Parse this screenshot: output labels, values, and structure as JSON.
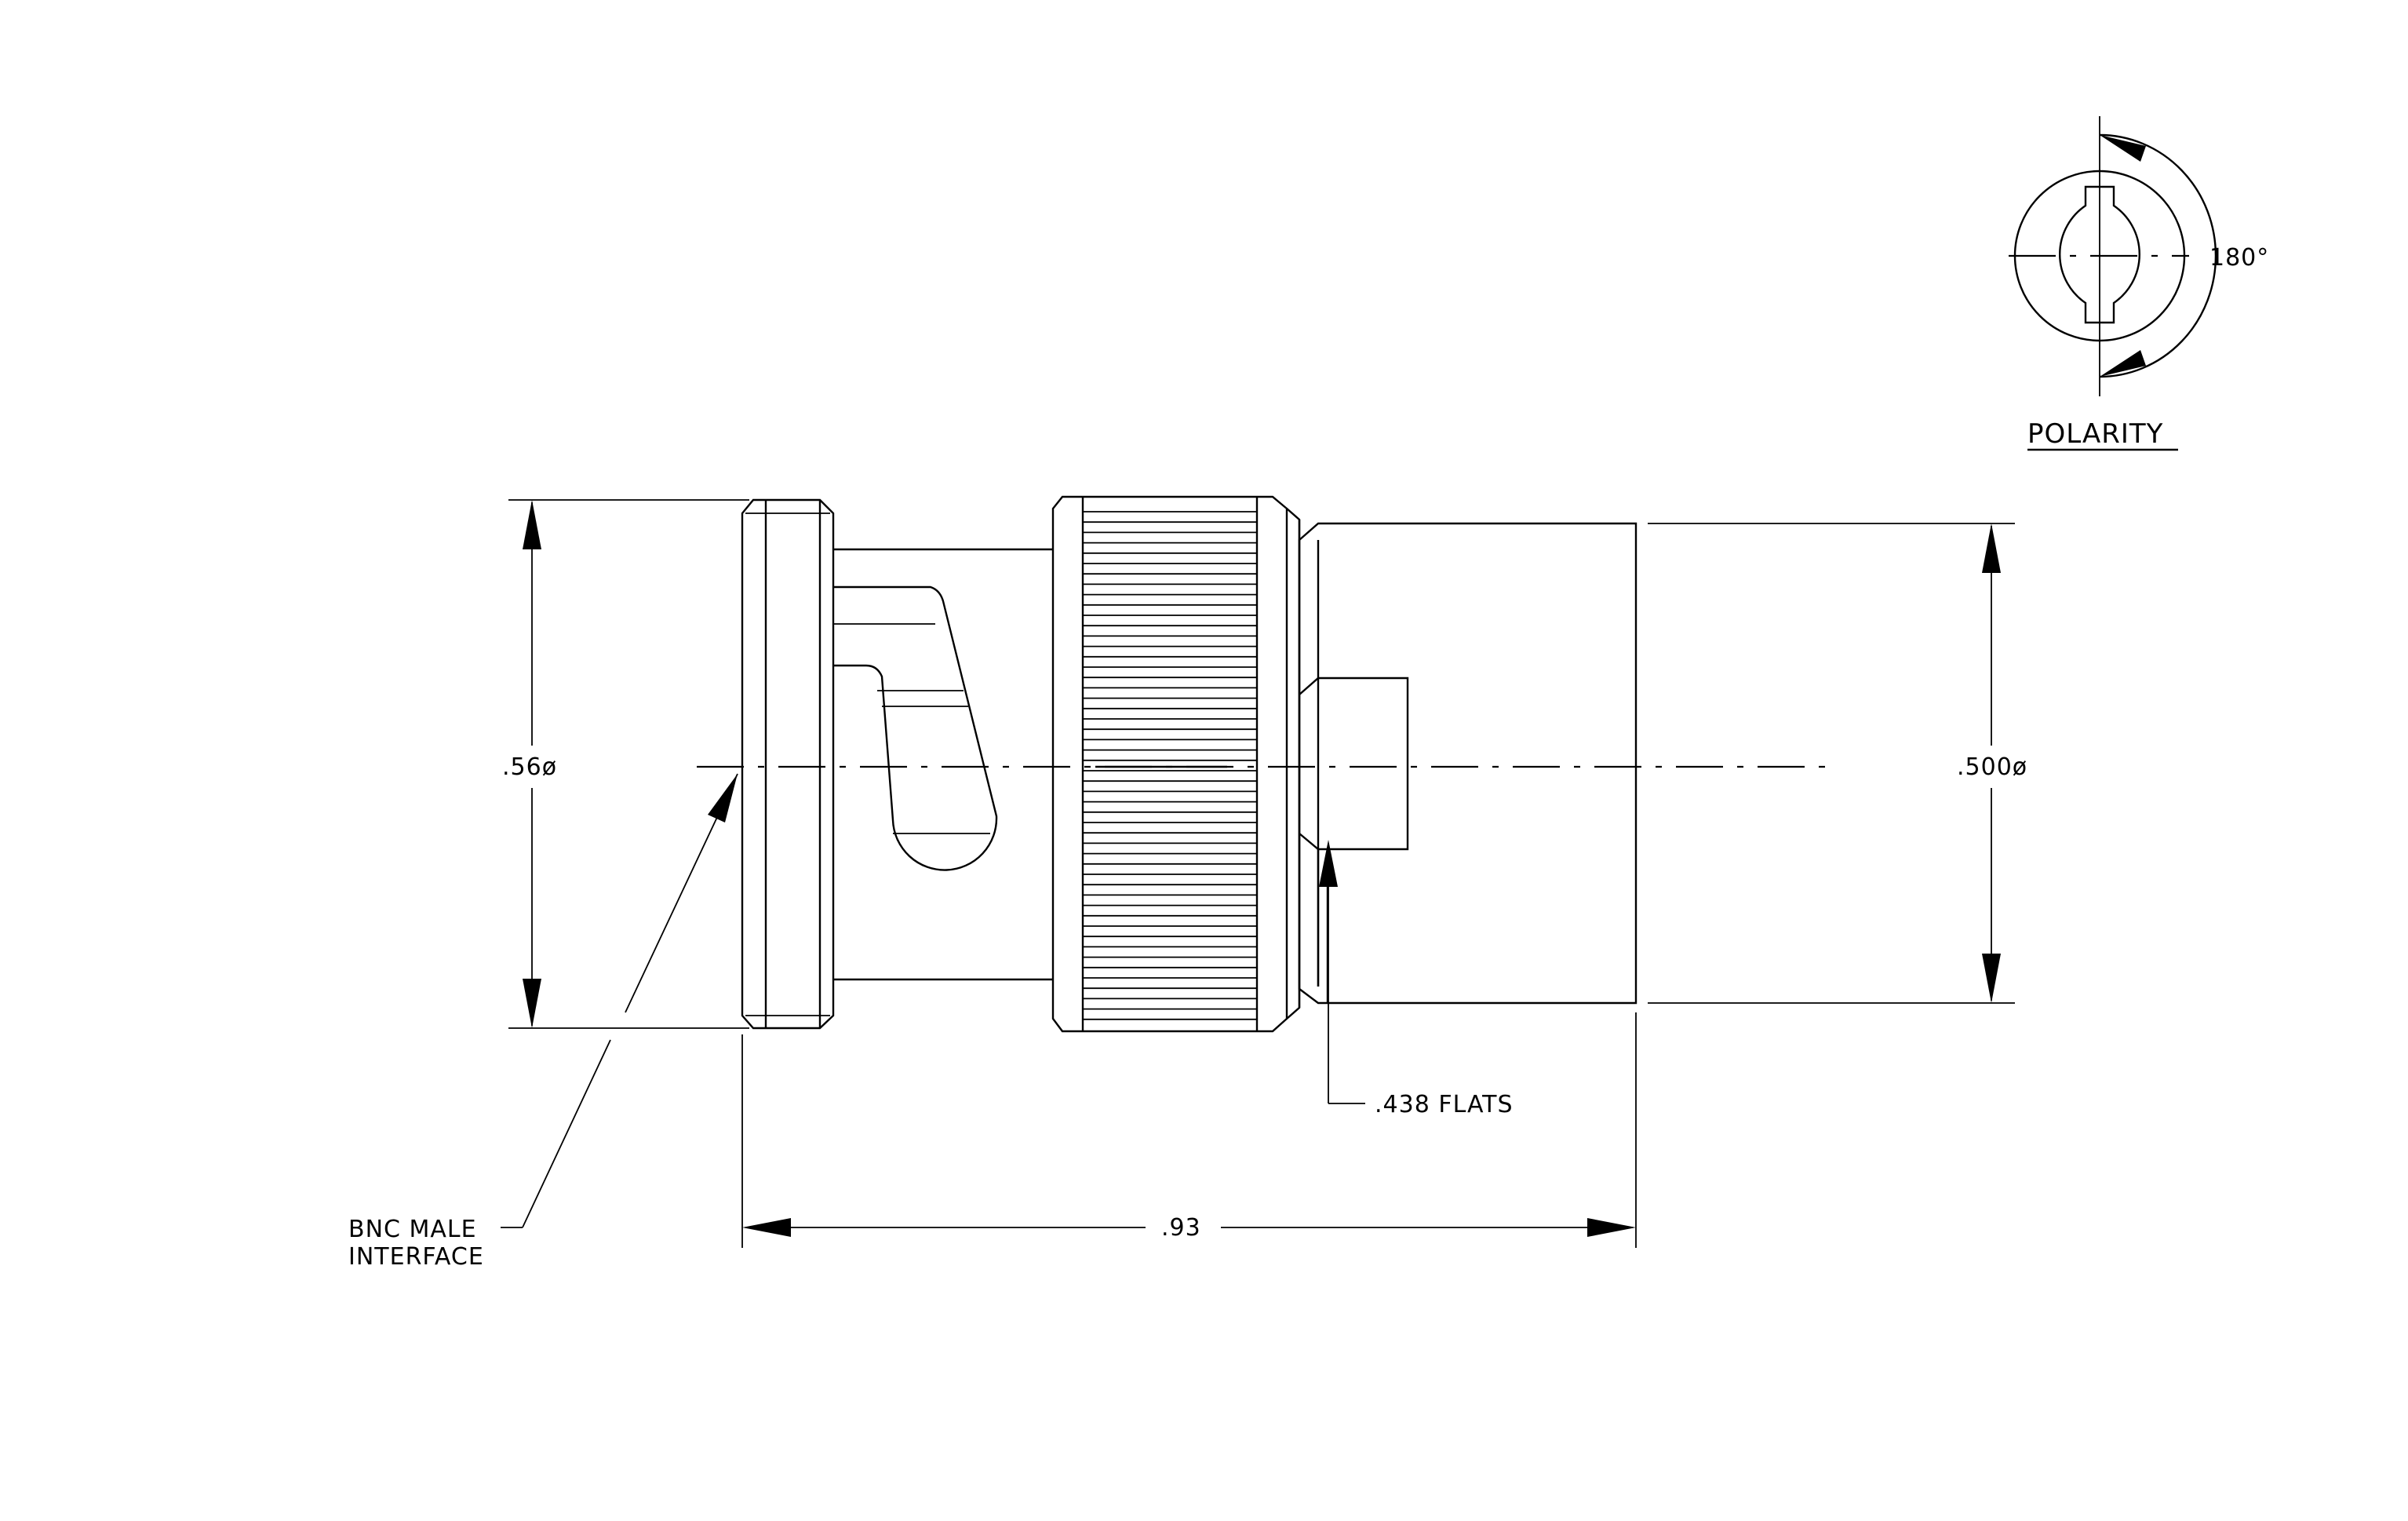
{
  "labels": {
    "polarity": "POLARITY",
    "angle": "180°",
    "dia_left": ".56ø",
    "dia_right": ".500ø",
    "flats": ".438 FLATS",
    "length": ".93",
    "interface_line1": "BNC MALE",
    "interface_line2": "INTERFACE"
  }
}
